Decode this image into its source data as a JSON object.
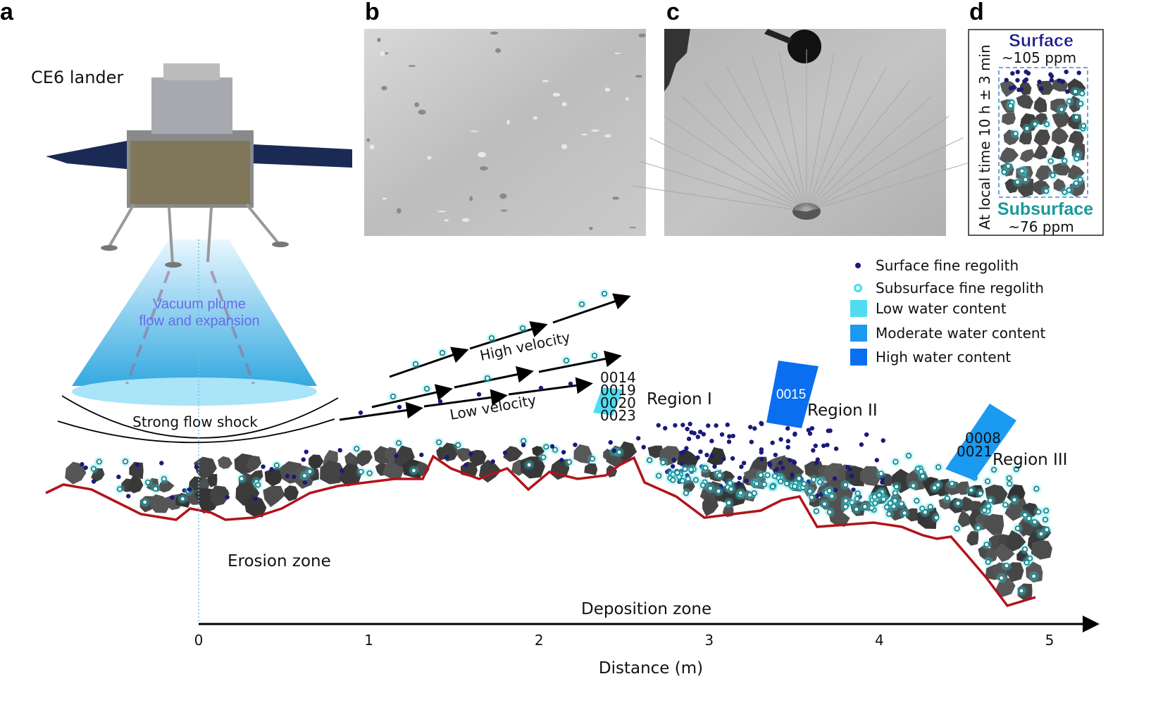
{
  "panels": {
    "a": "a",
    "b": "b",
    "c": "c",
    "d": "d"
  },
  "panel_a": {
    "lander_label": "CE6 lander",
    "plume_label_1": "Vacuum plume",
    "plume_label_2": "flow and expansion",
    "shock_label": "Strong flow shock",
    "high_velocity": "High velocity",
    "low_velocity": "Low velocity",
    "erosion_zone": "Erosion zone",
    "deposition_zone": "Deposition zone",
    "regions": [
      {
        "name": "Region I",
        "samples": [
          "0014",
          "0019",
          "0020",
          "0023"
        ],
        "water": "low"
      },
      {
        "name": "Region II",
        "samples": [
          "0015"
        ],
        "water": "high"
      },
      {
        "name": "Region III",
        "samples": [
          "0008",
          "0021"
        ],
        "water": "moderate"
      }
    ],
    "axis": {
      "label": "Distance (m)",
      "ticks": [
        "0",
        "1",
        "2",
        "3",
        "4",
        "5"
      ]
    }
  },
  "legend": [
    {
      "label": "Surface fine regolith",
      "icon": "dark-dot"
    },
    {
      "label": "Subsurface fine regolith",
      "icon": "cyan-ring"
    },
    {
      "label": "Low water content",
      "color": "#4fdcf0"
    },
    {
      "label": "Moderate water content",
      "color": "#1a9af0"
    },
    {
      "label": "High water content",
      "color": "#0a6ef0"
    }
  ],
  "panel_d": {
    "surface_title": "Surface",
    "surface_value": "~105 ppm",
    "subsurface_title": "Subsurface",
    "subsurface_value": "~76 ppm",
    "side_label": "At local time 10 h ± 3 min"
  },
  "colors": {
    "surface_dot": "#1a1a7a",
    "subsurface_ring": "#3fe0e8",
    "terrain": "#b0141a",
    "rock": "#4a4a4a"
  }
}
